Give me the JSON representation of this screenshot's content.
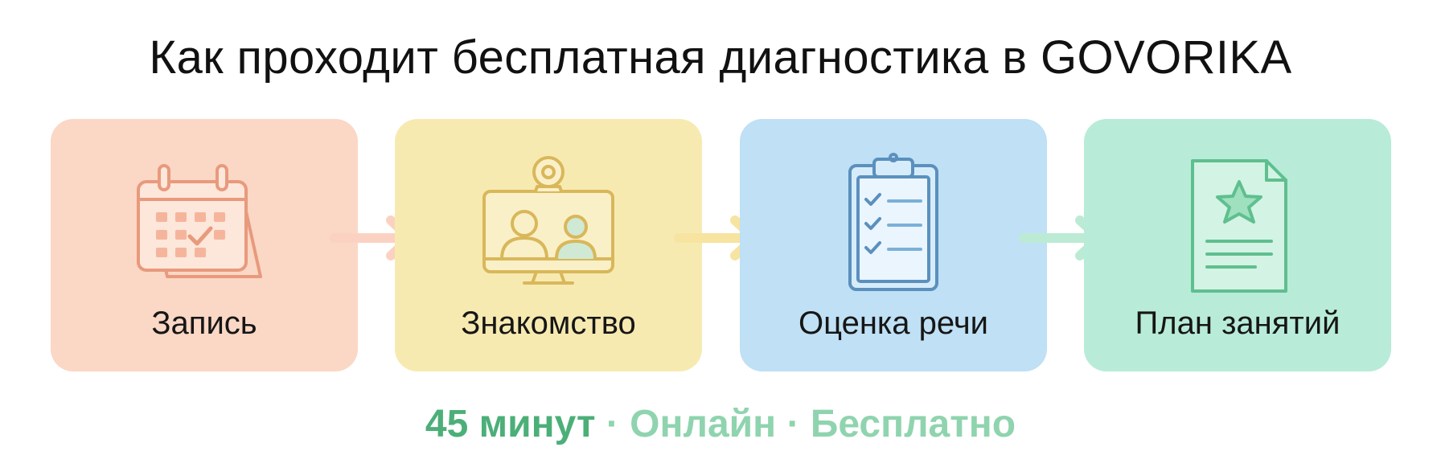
{
  "title": "Как проходит бесплатная диагностика в GOVORIKA",
  "steps": [
    {
      "label": "Запись",
      "icon": "calendar-check-icon"
    },
    {
      "label": "Знакомство",
      "icon": "video-call-monitor-icon"
    },
    {
      "label": "Оценка речи",
      "icon": "clipboard-checklist-icon"
    },
    {
      "label": "План занятий",
      "icon": "document-star-icon"
    }
  ],
  "footer": {
    "duration": "45 минут",
    "separator": "·",
    "format": "Онлайн",
    "price": "Бесплатно"
  },
  "colors": {
    "step1_bg": "#fbd7c5",
    "step2_bg": "#f7eab1",
    "step3_bg": "#bfe0f5",
    "step4_bg": "#b8ecd8",
    "footer_accent": "#4caf78",
    "footer_light": "#8fd4ae"
  }
}
